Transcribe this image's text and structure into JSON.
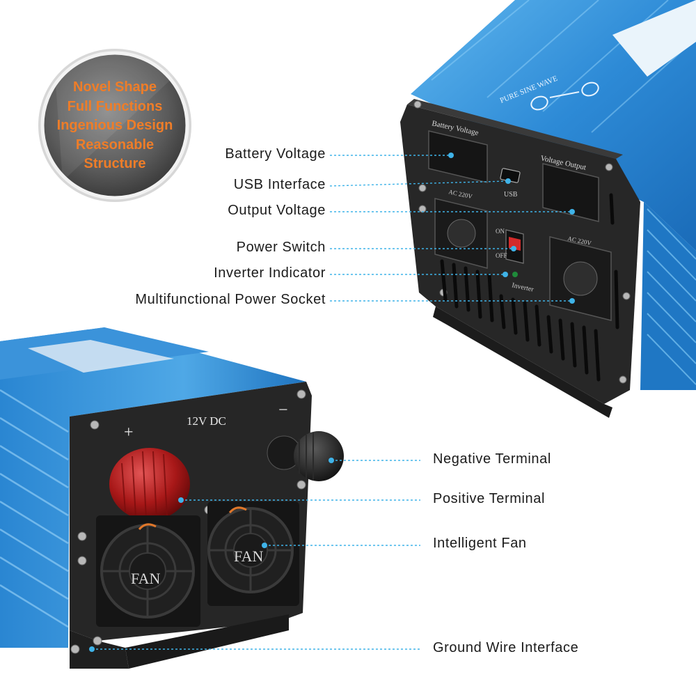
{
  "badge": {
    "lines": [
      "Novel Shape",
      "Full Functions",
      "Ingenious Design",
      "Reasonable",
      "Structure"
    ],
    "text_color": "#ef7d28"
  },
  "top_panel": {
    "battery_voltage": "Battery Voltage",
    "voltage_output": "Voltage Output",
    "usb": "USB",
    "ac_left": "AC 220V",
    "ac_right": "AC 220V",
    "switch_on": "ON",
    "switch_off": "OFF",
    "inverter": "Inverter",
    "side_text": "PURE SINE WAVE"
  },
  "bottom_panel": {
    "dc": "12V DC",
    "plus": "+",
    "minus": "−",
    "fan_left": "FAN",
    "fan_right": "FAN"
  },
  "callouts_top": [
    "Battery Voltage",
    "USB Interface",
    "Output Voltage",
    "Power Switch",
    "Inverter Indicator",
    "Multifunctional Power Socket"
  ],
  "callouts_bottom": [
    "Negative Terminal",
    "Positive Terminal",
    "Intelligent Fan",
    "Ground Wire Interface"
  ],
  "colors": {
    "body_blue": "#2f8fd8",
    "leader_line": "#3fb3e8",
    "panel": "#262626"
  }
}
